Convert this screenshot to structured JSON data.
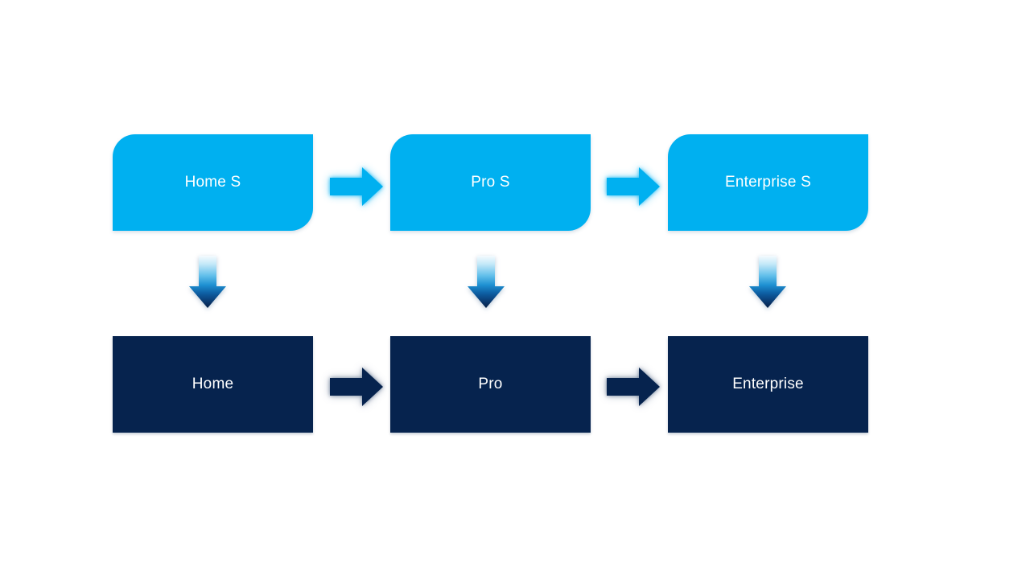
{
  "diagram": {
    "background_color": "#FFFFFF",
    "colors": {
      "light_blue": "#00B0F0",
      "dark_navy": "#06234E",
      "text": "#FFFFFF"
    },
    "top_row": [
      {
        "label": "Home S"
      },
      {
        "label": "Pro S"
      },
      {
        "label": "Enterprise S"
      }
    ],
    "bottom_row": [
      {
        "label": "Home"
      },
      {
        "label": "Pro"
      },
      {
        "label": "Enterprise"
      }
    ],
    "icons": {
      "right_arrow": "arrow-right-icon",
      "down_arrow": "arrow-down-icon"
    }
  }
}
